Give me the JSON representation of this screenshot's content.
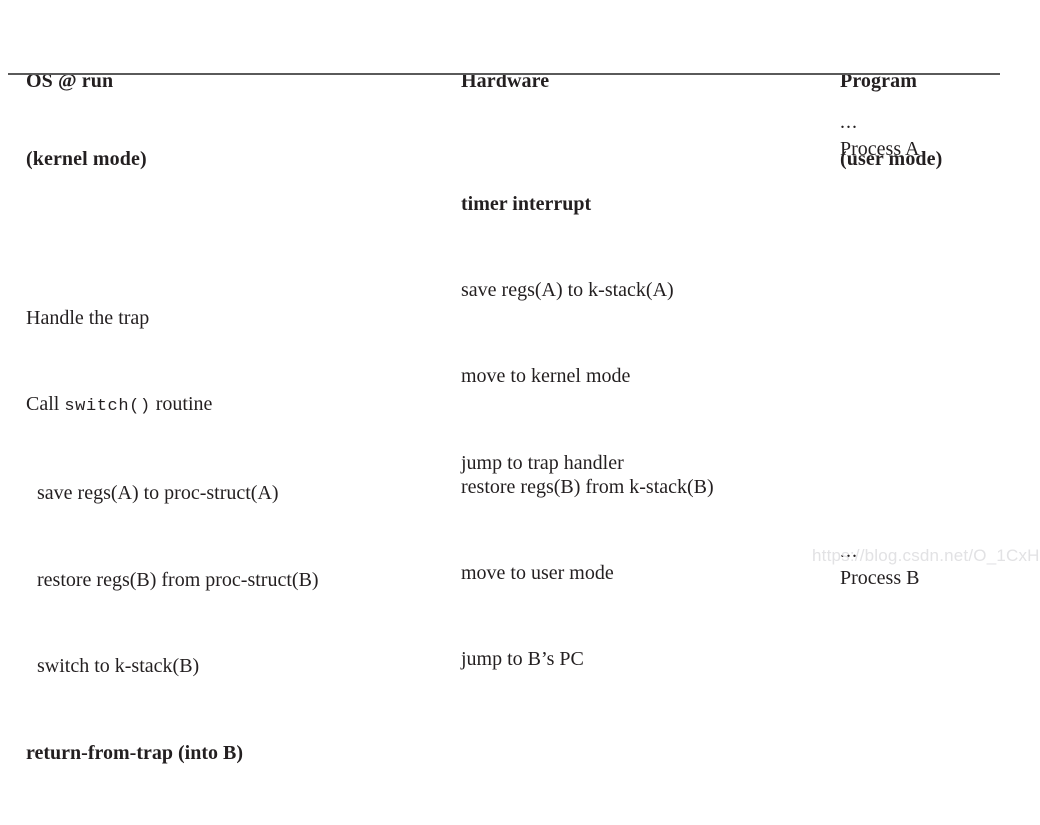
{
  "figure": {
    "columns": {
      "os": {
        "title_line1": "OS @ run",
        "title_line2": "(kernel mode)"
      },
      "hardware": {
        "title_line1": "Hardware",
        "title_line2": ""
      },
      "program": {
        "title_line1": "Program",
        "title_line2": "(user mode)"
      }
    },
    "program_column": {
      "process_a": "Process A",
      "ellipsis_a": "...",
      "process_b": "Process B",
      "ellipsis_b": "..."
    },
    "hardware_column": {
      "top_block": [
        "timer interrupt",
        "save regs(A) to k-stack(A)",
        "move to kernel mode",
        "jump to trap handler"
      ],
      "bottom_block": [
        "restore regs(B) from k-stack(B)",
        "move to user mode",
        "jump to B’s PC"
      ]
    },
    "os_column": {
      "line_handle": "Handle the trap",
      "line_call_prefix": "Call ",
      "line_call_code": "switch()",
      "line_call_suffix": " routine",
      "line_save": "save regs(A) to proc-struct(A)",
      "line_restore": "restore regs(B) from proc-struct(B)",
      "line_switch": "switch to k-stack(B)",
      "line_return": "return-from-trap (into B)"
    },
    "watermark": "https://blog.csdn.net/O_1CxH",
    "colors": {
      "text": "#231f20",
      "rule": "#5a5a5a",
      "watermark": "#e2e2e4",
      "background": "#ffffff"
    }
  }
}
